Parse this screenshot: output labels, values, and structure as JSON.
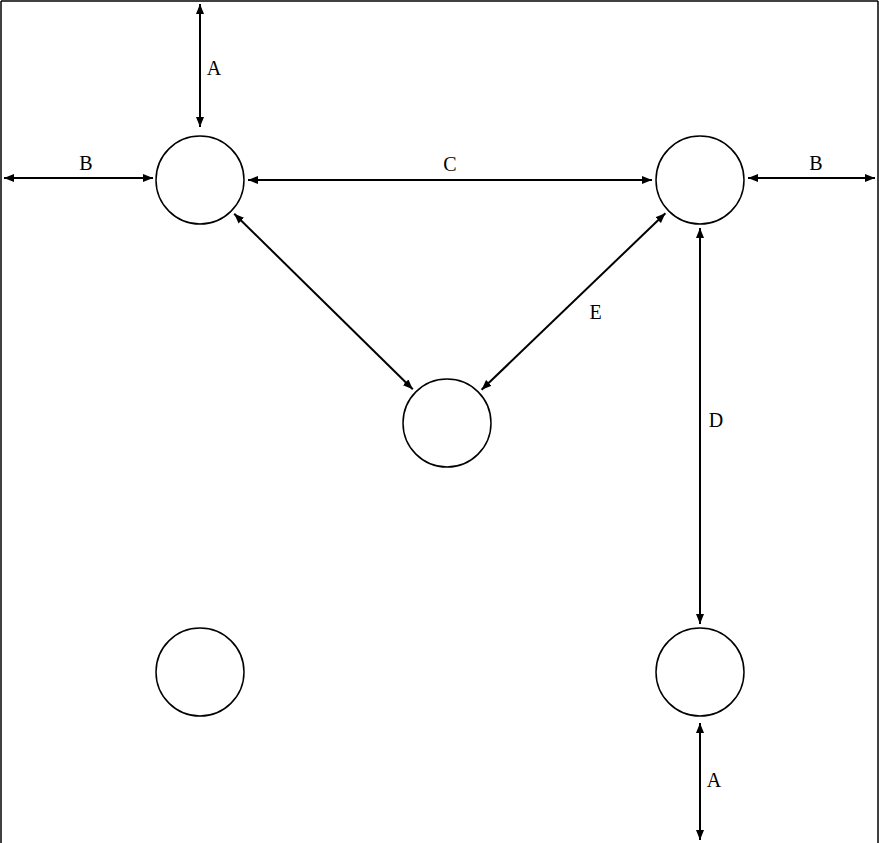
{
  "diagram": {
    "nodes": [
      {
        "text": []
      },
      {
        "text": []
      },
      {
        "text": []
      },
      {
        "text": []
      },
      {
        "text": []
      }
    ],
    "edges": [
      {
        "from": 0,
        "to": 1,
        "label": "C",
        "arrow": "both"
      },
      {
        "from": 0,
        "to": 2,
        "arrow": "both"
      },
      {
        "from": 1,
        "to": 2,
        "label": "E",
        "arrow": "both"
      },
      {
        "from": 1,
        "to": 4,
        "label": "D",
        "arrow": "both"
      }
    ],
    "labels": [
      "A",
      "B",
      "B",
      "A"
    ]
  }
}
